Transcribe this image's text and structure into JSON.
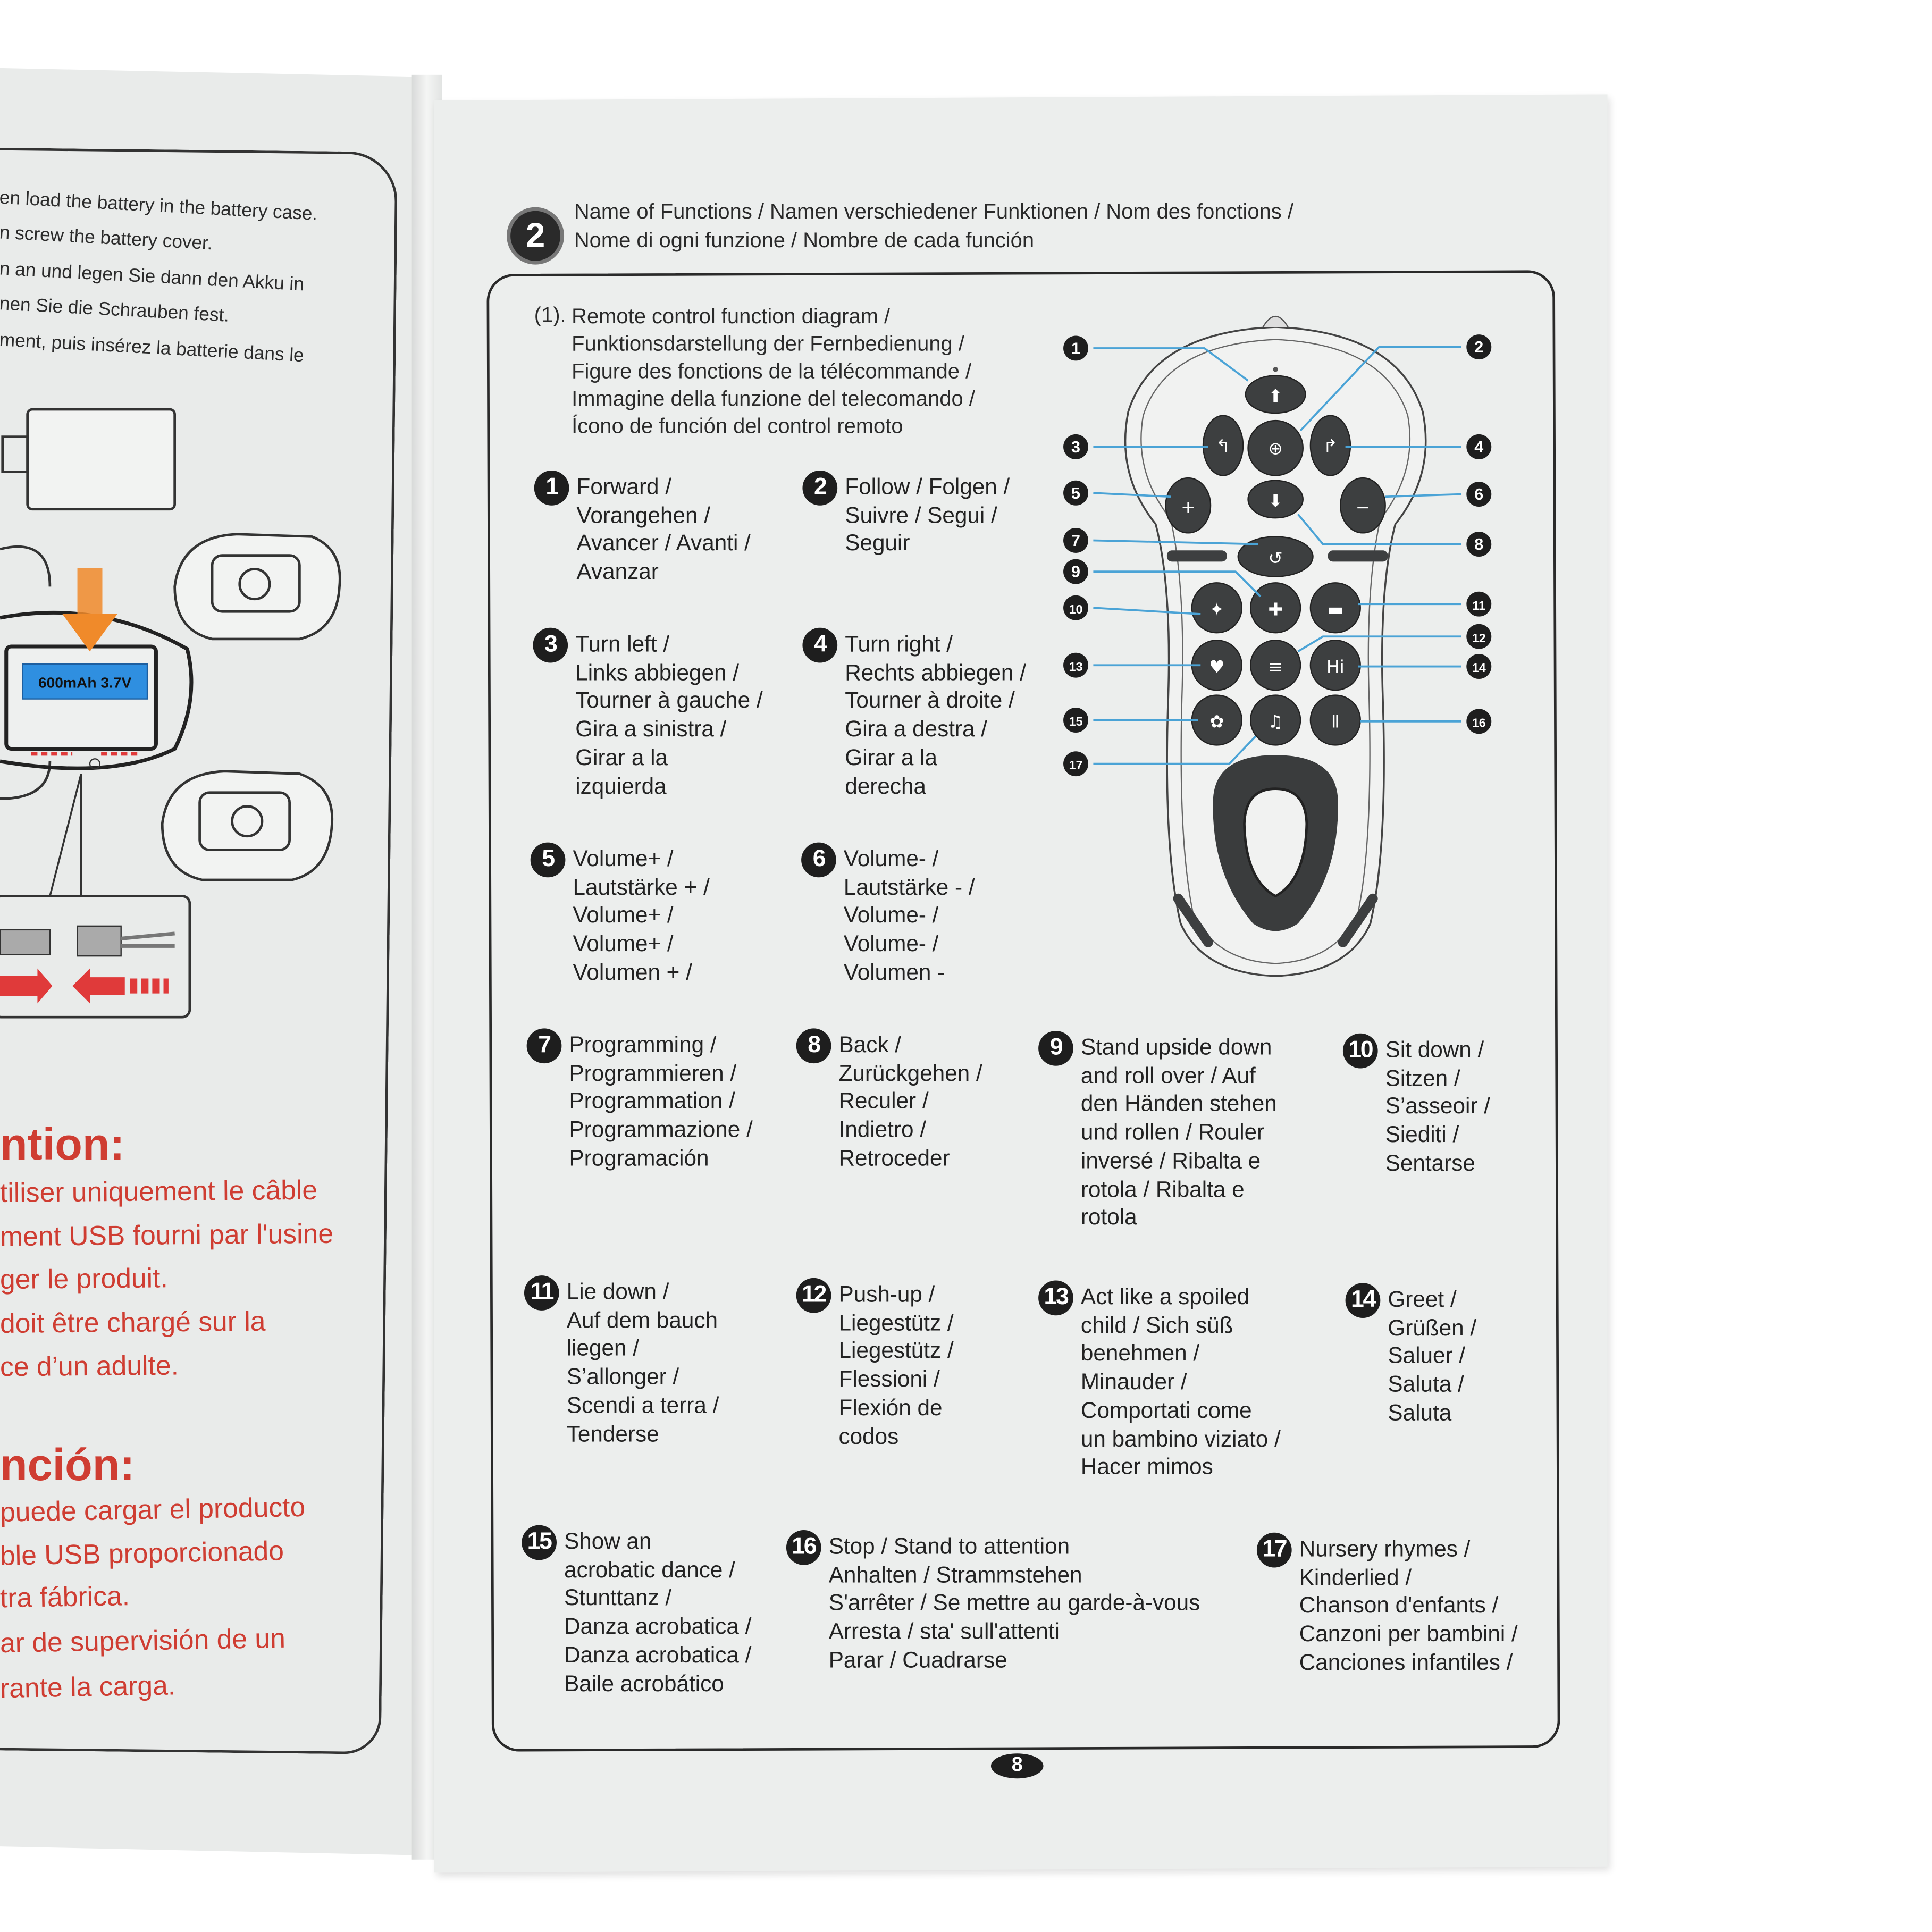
{
  "left_page": {
    "instructions": [
      "en load the battery in the battery case.",
      "n screw the battery cover.",
      "n an und legen Sie dann den Akku in",
      "nen Sie die Schrauben fest.",
      "ment, puis insérez la batterie dans le"
    ],
    "battery_label": "600mAh 3.7V",
    "attention_fr_heading": "ntion:",
    "attention_fr_lines": [
      "tiliser uniquement le câble",
      "ment USB fourni par l'usine",
      "ger le produit.",
      "doit être chargé sur la",
      "ce d’un adulte."
    ],
    "attention_es_heading": "nción:",
    "attention_es_lines": [
      "puede cargar el producto",
      "ble USB proporcionado",
      "tra fábrica.",
      "ar de supervisión de un",
      "rante la carga."
    ]
  },
  "header": {
    "section_number": "2",
    "title_line1": "Name of Functions / Namen verschiedener Funktionen / Nom des fonctions /",
    "title_line2": "Nome di ogni funzione / Nombre de cada función"
  },
  "diagram": {
    "prefix": "(1).",
    "title_lines": [
      "Remote control function diagram /",
      "Funktionsdarstellung der Fernbedienung /",
      "Figure des fonctions de la télécommande /",
      "Immagine della funzione del telecomando /",
      "Ícono de función del control remoto"
    ],
    "callouts": [
      "1",
      "2",
      "3",
      "4",
      "5",
      "6",
      "7",
      "8",
      "9",
      "10",
      "11",
      "12",
      "13",
      "14",
      "15",
      "16",
      "17"
    ],
    "line_color": "#4aa3d6"
  },
  "functions": [
    {
      "number": "1",
      "lines": [
        "Forward /",
        "Vorangehen /",
        "Avancer / Avanti /",
        "Avanzar"
      ]
    },
    {
      "number": "2",
      "lines": [
        "Follow / Folgen /",
        "Suivre / Segui /",
        "Seguir"
      ]
    },
    {
      "number": "3",
      "lines": [
        "Turn left /",
        " Links abbiegen /",
        "Tourner à gauche /",
        "Gira a sinistra /",
        "Girar a la",
        "izquierda"
      ]
    },
    {
      "number": "4",
      "lines": [
        "Turn right /",
        "Rechts abbiegen /",
        "Tourner à droite /",
        "Gira a destra /",
        "Girar a la",
        "derecha"
      ]
    },
    {
      "number": "5",
      "lines": [
        "Volume+ /",
        "Lautstärke + /",
        "Volume+ /",
        "Volume+ /",
        "Volumen + /"
      ]
    },
    {
      "number": "6",
      "lines": [
        "Volume- /",
        "Lautstärke - /",
        "Volume- /",
        "Volume- /",
        "Volumen -"
      ]
    },
    {
      "number": "7",
      "lines": [
        "Programming /",
        "Programmieren /",
        "Programmation /",
        "Programmazione /",
        "Programación"
      ]
    },
    {
      "number": "8",
      "lines": [
        "Back /",
        "Zurückgehen /",
        "Reculer /",
        "Indietro /",
        "Retroceder"
      ]
    },
    {
      "number": "9",
      "lines": [
        "Stand upside down",
        "and roll over / Auf",
        "den Händen stehen",
        "und rollen / Rouler",
        "inversé / Ribalta e",
        "rotola / Ribalta e",
        "rotola"
      ]
    },
    {
      "number": "10",
      "lines": [
        "Sit down /",
        "Sitzen /",
        "S’asseoir /",
        "Siediti /",
        "Sentarse"
      ]
    },
    {
      "number": "11",
      "lines": [
        "Lie down /",
        "Auf dem bauch",
        "liegen /",
        "S’allonger /",
        "Scendi a terra /",
        "Tenderse"
      ]
    },
    {
      "number": "12",
      "lines": [
        "Push-up /",
        "Liegestütz /",
        "Liegestütz /",
        "Flessioni /",
        "Flexión de",
        "codos"
      ]
    },
    {
      "number": "13",
      "lines": [
        "Act like a spoiled",
        "child / Sich süß",
        "benehmen /",
        "Minauder /",
        "Comportati come",
        "un bambino viziato /",
        "Hacer mimos"
      ]
    },
    {
      "number": "14",
      "lines": [
        "Greet /",
        "Grüßen /",
        "Saluer /",
        "Saluta /",
        "Saluta"
      ]
    },
    {
      "number": "15",
      "lines": [
        "Show an",
        "acrobatic dance /",
        "Stunttanz /",
        "Danza acrobatica /",
        "Danza acrobatica /",
        "Baile acrobático"
      ]
    },
    {
      "number": "16",
      "lines": [
        "Stop / Stand to attention",
        "Anhalten / Strammstehen",
        "S'arrêter / Se mettre au garde-à-vous",
        "Arresta / sta' sull'attenti",
        "Parar / Cuadrarse"
      ]
    },
    {
      "number": "17",
      "lines": [
        "Nursery rhymes /",
        "Kinderlied /",
        "Chanson d'enfants /",
        "Canzoni per bambini /",
        "Canciones infantiles /"
      ]
    }
  ],
  "page_number": "8",
  "colors": {
    "attention_red": "#cf3d32",
    "battery_label_blue": "#2f8fe0",
    "arrow_orange": "#f08a2a"
  }
}
